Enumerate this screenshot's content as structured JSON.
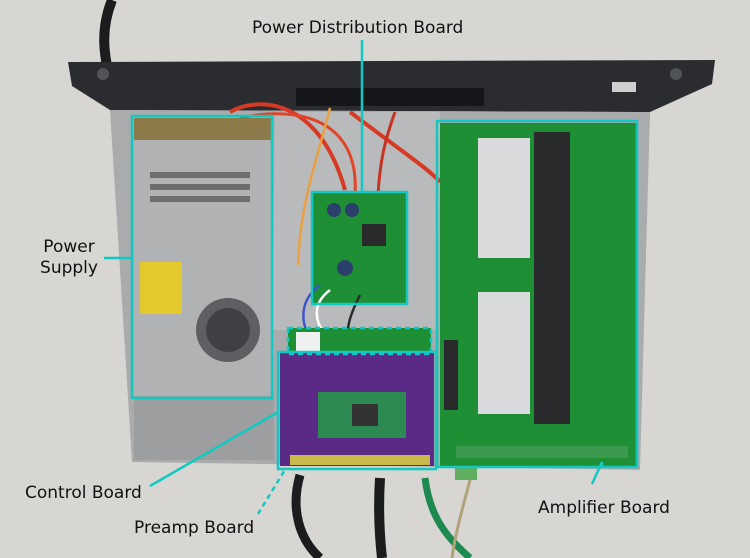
{
  "labels": {
    "power_distribution": "Power Distribution Board",
    "power_supply_line1": "Power",
    "power_supply_line2": "Supply",
    "control_board": "Control Board",
    "preamp_board": "Preamp Board",
    "amplifier_board": "Amplifier Board"
  },
  "colors": {
    "callout": "#12c8c2",
    "background": "#d8d6d2",
    "chassis": "#2a2c2f",
    "tray": "#b4b5b5",
    "psu": "#a8aaab",
    "pcb_green": "#1f8f35",
    "pcb_purple": "#5a2a86",
    "heatsink": "#d9dadb"
  }
}
